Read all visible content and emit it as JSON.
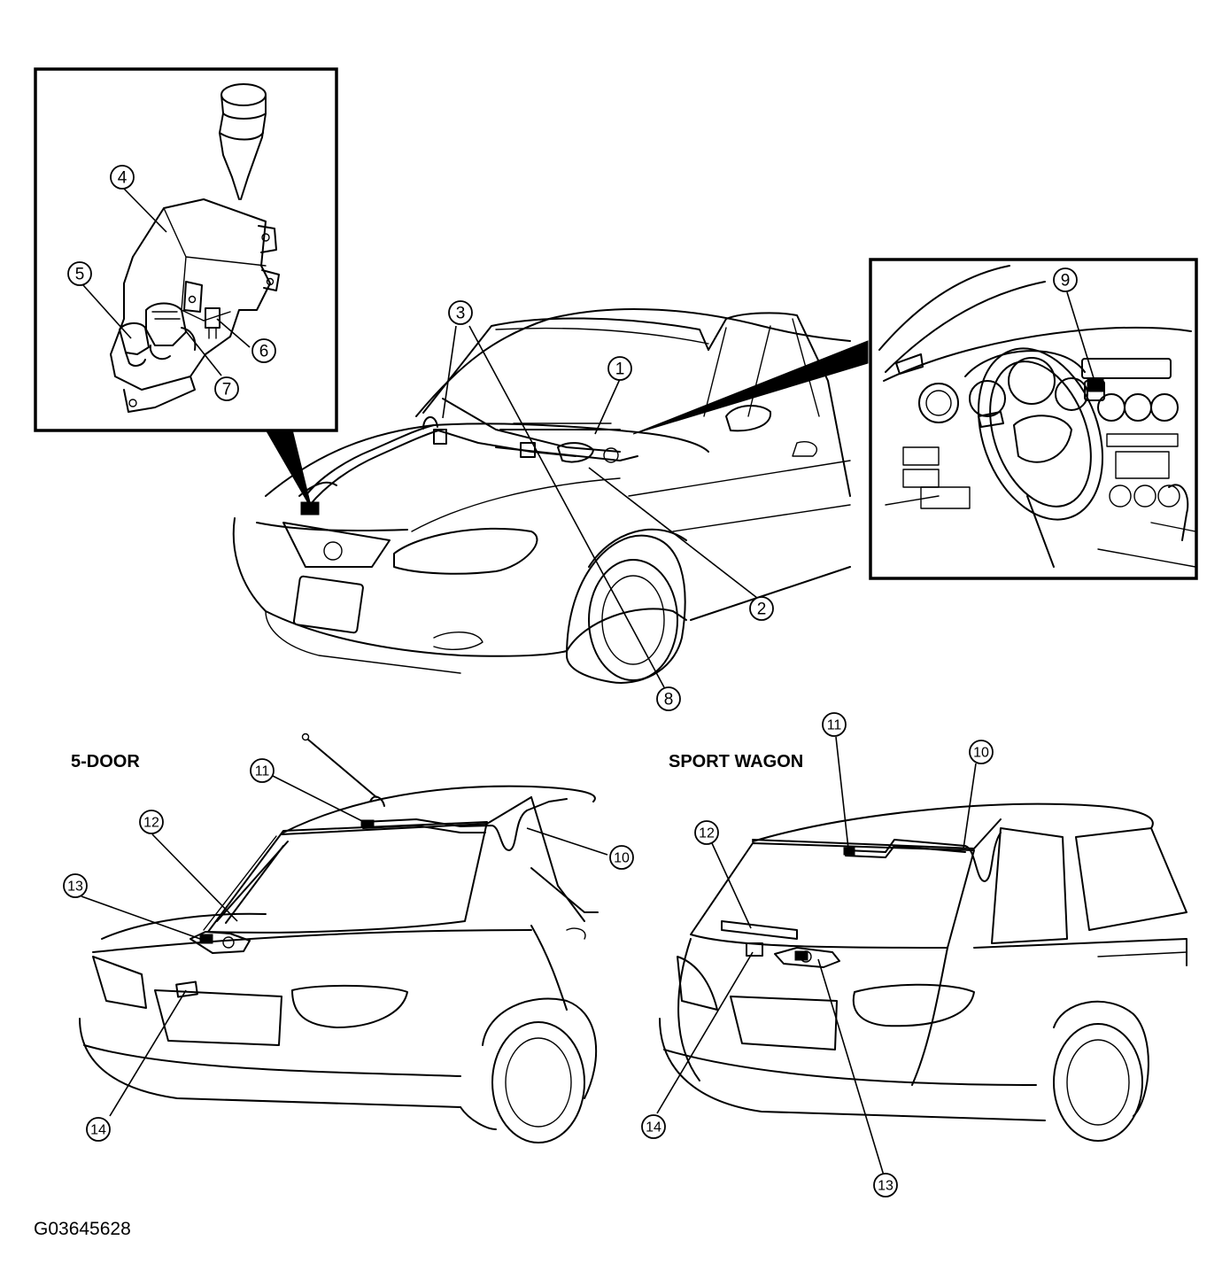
{
  "figure_id": "G03645628",
  "sections": {
    "five_door": "5-DOOR",
    "sport_wagon": "SPORT WAGON"
  },
  "callouts": {
    "c1": "1",
    "c2": "2",
    "c3": "3",
    "c4": "4",
    "c5": "5",
    "c6": "6",
    "c7": "7",
    "c8": "8",
    "c9": "9",
    "fd10": "10",
    "fd11": "11",
    "fd12": "12",
    "fd13": "13",
    "fd14": "14",
    "sw10": "10",
    "sw11": "11",
    "sw12": "12",
    "sw13": "13",
    "sw14": "14"
  }
}
